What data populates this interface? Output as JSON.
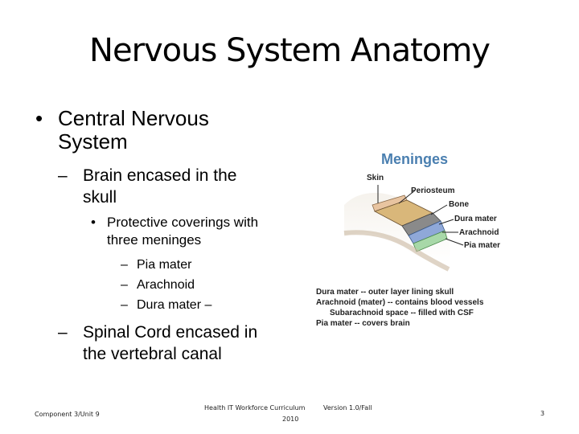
{
  "slide": {
    "title": "Nervous System Anatomy",
    "bullet1": "Central Nervous System",
    "sub1": "Brain encased in the skull",
    "subsub1": "Protective coverings with three meninges",
    "items": [
      "Pia mater",
      "Arachnoid",
      "Dura mater –"
    ],
    "sub2": "Spinal Cord encased in the vertebral canal"
  },
  "figure": {
    "title": "Meninges",
    "labels": {
      "skin": "Skin",
      "periosteum": "Periosteum",
      "bone": "Bone",
      "dura": "Dura mater",
      "arachnoid": "Arachnoid",
      "pia": "Pia mater"
    },
    "captions": [
      "Dura mater -- outer layer lining skull",
      "Arachnoid (mater) -- contains blood vessels",
      "Subarachnoid space -- filled with CSF",
      "Pia mater -- covers brain"
    ]
  },
  "footer": {
    "left": "Component 3/Unit 9",
    "center_line1": "Health IT Workforce Curriculum",
    "center_line2": "2010",
    "version": "Version 1.0/Fall",
    "page": "3"
  },
  "colors": {
    "skin": "#e8c4a0",
    "bone": "#d9b77a",
    "dura": "#8a8a8a",
    "arachnoid": "#8fa8d8",
    "pia": "#a8d8a8",
    "title_blue": "#4a7fb0"
  }
}
